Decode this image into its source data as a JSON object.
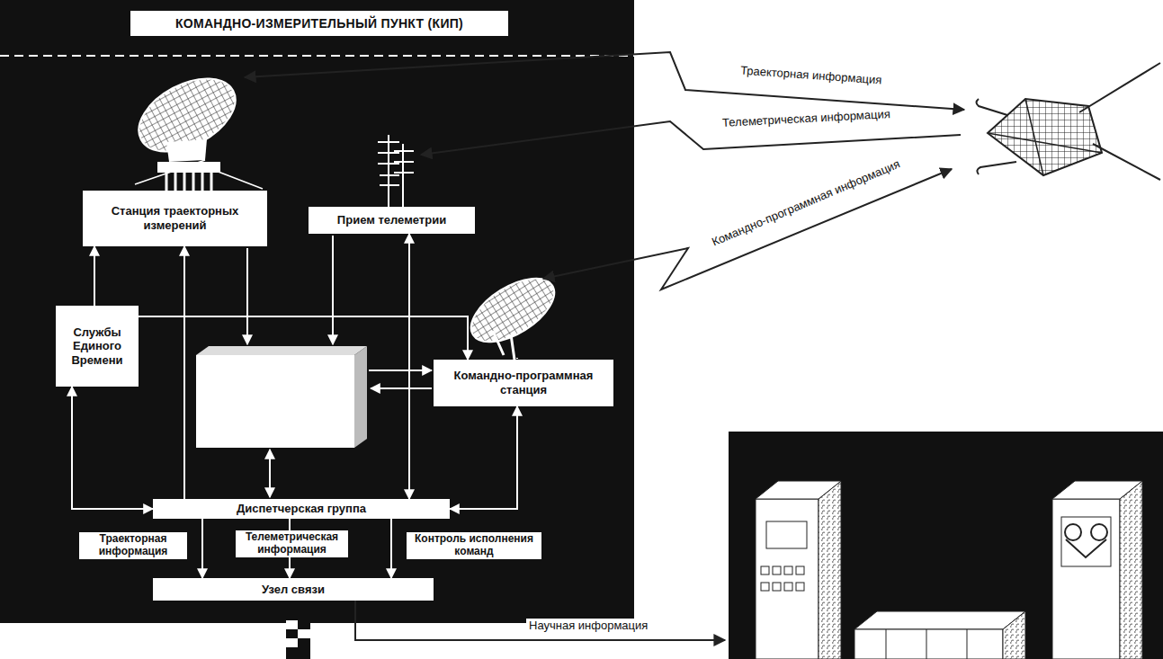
{
  "diagram": {
    "nodes": [
      {
        "text": [
          "КОМАНДНО-ИЗМЕРИТЕЛЬНЫЙ ПУНКТ (КИП)"
        ]
      },
      {
        "text": [
          "Станция траекторных измерений"
        ],
        "in": 0
      },
      {
        "text": [
          "Прием телеметрии"
        ],
        "in": 0
      },
      {
        "text": [
          "Службы Единого Времени"
        ],
        "in": 0
      },
      {
        "text": [
          "Командно-программная станция"
        ],
        "in": 0
      },
      {
        "text": [
          "Диспетчерская группа"
        ],
        "in": 0
      },
      {
        "text": [
          "Узел связи"
        ],
        "in": 0
      }
    ],
    "edges": [
      {
        "from": 3,
        "to": 1,
        "arrow": "to"
      },
      {
        "from": 5,
        "to": 1,
        "arrow": "to"
      },
      {
        "from": 2,
        "to": 5,
        "arrow": "both"
      },
      {
        "from": 3,
        "to": 5,
        "arrow": "both"
      },
      {
        "from": 4,
        "to": 5,
        "arrow": "both"
      },
      {
        "from": 5,
        "to": 6,
        "label": "Траекторная информация",
        "arrow": "to"
      },
      {
        "from": 5,
        "to": 6,
        "label": "Телеметрическая информация",
        "arrow": "to"
      },
      {
        "from": 5,
        "to": 6,
        "label": "Контроль исполнения команд",
        "arrow": "to"
      },
      {
        "from": 3,
        "to": 4,
        "arrow": "to"
      }
    ],
    "labels": [
      "Траекторная информация",
      "Телеметрическая информация",
      "Командно-программная информация",
      "Научная информация"
    ]
  }
}
